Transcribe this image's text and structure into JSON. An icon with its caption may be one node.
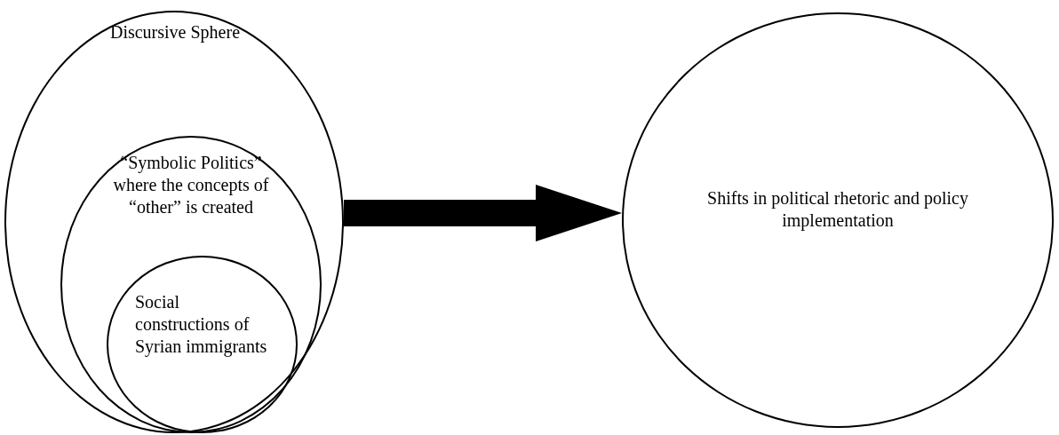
{
  "diagram": {
    "nodes": [
      {
        "text": [
          "Discursive Sphere"
        ]
      },
      {
        "text": [
          "“Symbolic Politics” where the concepts of “other” is created"
        ],
        "in": 0
      },
      {
        "text": [
          "Social constructions of Syrian immigrants"
        ],
        "in": 1
      },
      {
        "text": [
          "Shifts in political rhetoric and policy implementation"
        ]
      }
    ],
    "edges": [
      {
        "from": 0,
        "to": 3,
        "arrow": "to"
      }
    ]
  }
}
